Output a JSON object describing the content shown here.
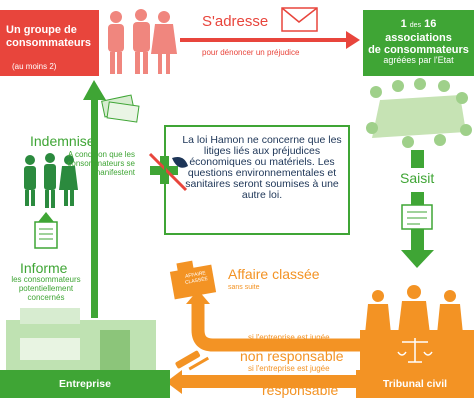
{
  "consumers_box": {
    "title": "Un groupe de consommateurs",
    "subtitle": "(au moins 2)"
  },
  "associations_box": {
    "count_prefix": "1",
    "count_mid": "des",
    "count_num": "16",
    "line2": "associations",
    "line3": "de consommateurs",
    "line4": "agréées par l'Etat"
  },
  "adresse": {
    "label": "S'adresse",
    "sub": "pour dénoncer un préjudice"
  },
  "indemnise": {
    "label": "Indemnise",
    "sub1": "A condition que les",
    "sub2": "consommateurs se",
    "sub3": "manifestent"
  },
  "informe": {
    "label": "Informe",
    "sub1": "les consommateurs",
    "sub2": "potentiellement",
    "sub3": "concernés"
  },
  "hamon": {
    "text": "La loi Hamon ne concerne que les litiges liés aux préjudices économiques ou matériels. Les questions environnementales et sanitaires seront soumises à une autre loi."
  },
  "saisit": {
    "label": "Saisit"
  },
  "affaire": {
    "label": "Affaire classée",
    "sub": "sans suite",
    "folder_text1": "AFFAIRE",
    "folder_text2": "CLASSÉE"
  },
  "non_responsable": {
    "condition": "si l'entreprise est jugée",
    "label": "non responsable"
  },
  "responsable": {
    "condition": "si l'entreprise est jugée",
    "label": "responsable"
  },
  "entreprise": {
    "label": "Entreprise"
  },
  "tribunal": {
    "label": "Tribunal civil"
  },
  "colors": {
    "red": "#e8453c",
    "green": "#3fa535",
    "orange": "#f39324",
    "navy": "#1d3557"
  }
}
